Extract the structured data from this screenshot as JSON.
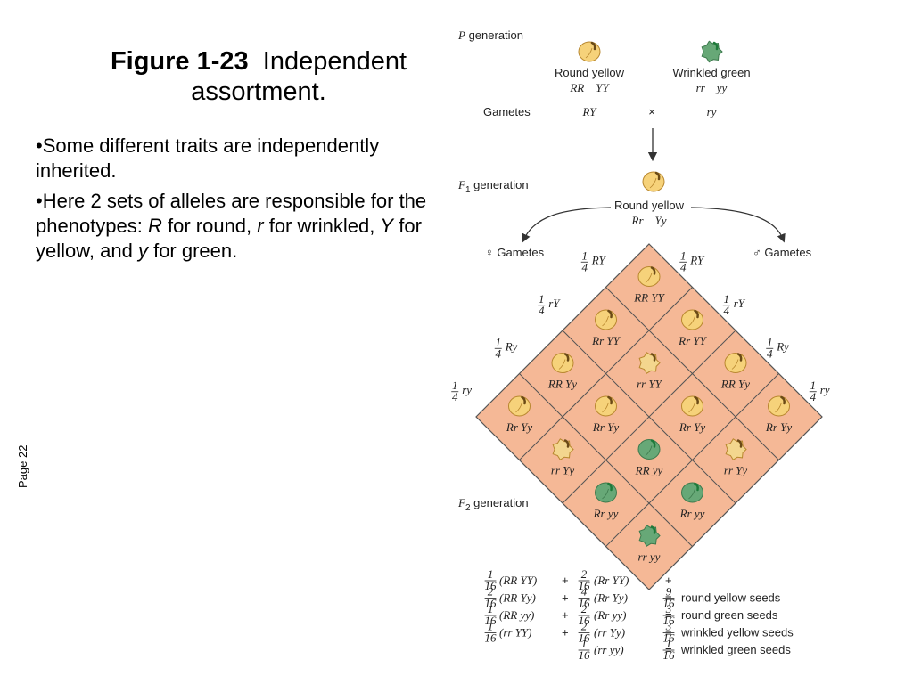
{
  "title": {
    "figure": "Figure 1-23",
    "text": "Independent assortment."
  },
  "bullets": [
    {
      "text_a": "•Some different traits are independently inherited."
    },
    {
      "text_a": "•Here 2 sets of alleles are responsible for the phenotypes: ",
      "R": "R",
      "text_b": " for round, ",
      "r": "r",
      "text_c": " for wrinkled, ",
      "Y": "Y",
      "text_d": " for yellow, and ",
      "y": "y",
      "text_e": " for green."
    }
  ],
  "page_label": "Page 22",
  "figure": {
    "p_gen": {
      "letter": "P",
      "word": " generation"
    },
    "parent1": {
      "phenotype": "Round yellow",
      "genotype": "RR    YY",
      "gamete": "RY"
    },
    "parent2": {
      "phenotype": "Wrinkled green",
      "genotype": "rr    yy",
      "gamete": "ry"
    },
    "gametes_label": "Gametes",
    "cross": "×",
    "f1_gen": {
      "letter": "F",
      "sub": "1",
      "word": " generation"
    },
    "f1": {
      "phenotype": "Round yellow",
      "genotype": "Rr    Yy"
    },
    "female_gametes": "♀ Gametes",
    "male_gametes": "♂ Gametes",
    "gamete_fraction": "1/4",
    "female_axis": [
      "RY",
      "rY",
      "Ry",
      "ry"
    ],
    "male_axis": [
      "RY",
      "rY",
      "Ry",
      "ry"
    ],
    "f2_gen": {
      "letter": "F",
      "sub": "2",
      "word": " generation"
    },
    "colors": {
      "grid": "#f5b896",
      "round_yellow": "#f6d27a",
      "wrinkled_yellow": "#f3d68e",
      "green": "#67a877",
      "stem": "#6b4a16",
      "stem_green": "#1e7a3a"
    },
    "cells": [
      {
        "label": "RR YY",
        "shape": "round",
        "color": "yellow"
      },
      {
        "label": "Rr YY",
        "shape": "round",
        "color": "yellow"
      },
      {
        "label": "Rr YY",
        "shape": "round",
        "color": "yellow"
      },
      {
        "label": "RR Yy",
        "shape": "round",
        "color": "yellow"
      },
      {
        "label": "rr YY",
        "shape": "wrinkled",
        "color": "yellow"
      },
      {
        "label": "RR Yy",
        "shape": "round",
        "color": "yellow"
      },
      {
        "label": "Rr Yy",
        "shape": "round",
        "color": "yellow"
      },
      {
        "label": "Rr Yy",
        "shape": "round",
        "color": "yellow"
      },
      {
        "label": "Rr Yy",
        "shape": "round",
        "color": "yellow"
      },
      {
        "label": "Rr Yy",
        "shape": "round",
        "color": "yellow"
      },
      {
        "label": "rr Yy",
        "shape": "wrinkled",
        "color": "yellow"
      },
      {
        "label": "RR yy",
        "shape": "round",
        "color": "green"
      },
      {
        "label": "rr Yy",
        "shape": "wrinkled",
        "color": "yellow"
      },
      {
        "label": "Rr yy",
        "shape": "round",
        "color": "green"
      },
      {
        "label": "Rr yy",
        "shape": "round",
        "color": "green"
      },
      {
        "label": "rr yy",
        "shape": "wrinkled",
        "color": "green"
      }
    ],
    "summary": [
      {
        "a_frac": "1/16",
        "a_geno": "(RR YY)",
        "op1": "+",
        "b_frac": "2/16",
        "b_geno": "(Rr YY)",
        "op2": "+",
        "r_frac": "",
        "r_text": ""
      },
      {
        "a_frac": "2/16",
        "a_geno": "(RR Yy)",
        "op1": "+",
        "b_frac": "4/16",
        "b_geno": "(Rr Yy)",
        "op2": "=",
        "r_frac": "9/16",
        "r_text": "round yellow seeds"
      },
      {
        "a_frac": "1/16",
        "a_geno": "(RR yy)",
        "op1": "+",
        "b_frac": "2/16",
        "b_geno": "(Rr yy)",
        "op2": "=",
        "r_frac": "3/16",
        "r_text": "round green seeds"
      },
      {
        "a_frac": "1/16",
        "a_geno": "(rr YY)",
        "op1": "+",
        "b_frac": "2/16",
        "b_geno": "(rr Yy)",
        "op2": "=",
        "r_frac": "3/16",
        "r_text": "wrinkled yellow seeds"
      },
      {
        "a_frac": "",
        "a_geno": "",
        "op1": "",
        "b_frac": "1/16",
        "b_geno": "(rr yy)",
        "op2": "=",
        "r_frac": "1/16",
        "r_text": "wrinkled green seeds"
      }
    ]
  }
}
